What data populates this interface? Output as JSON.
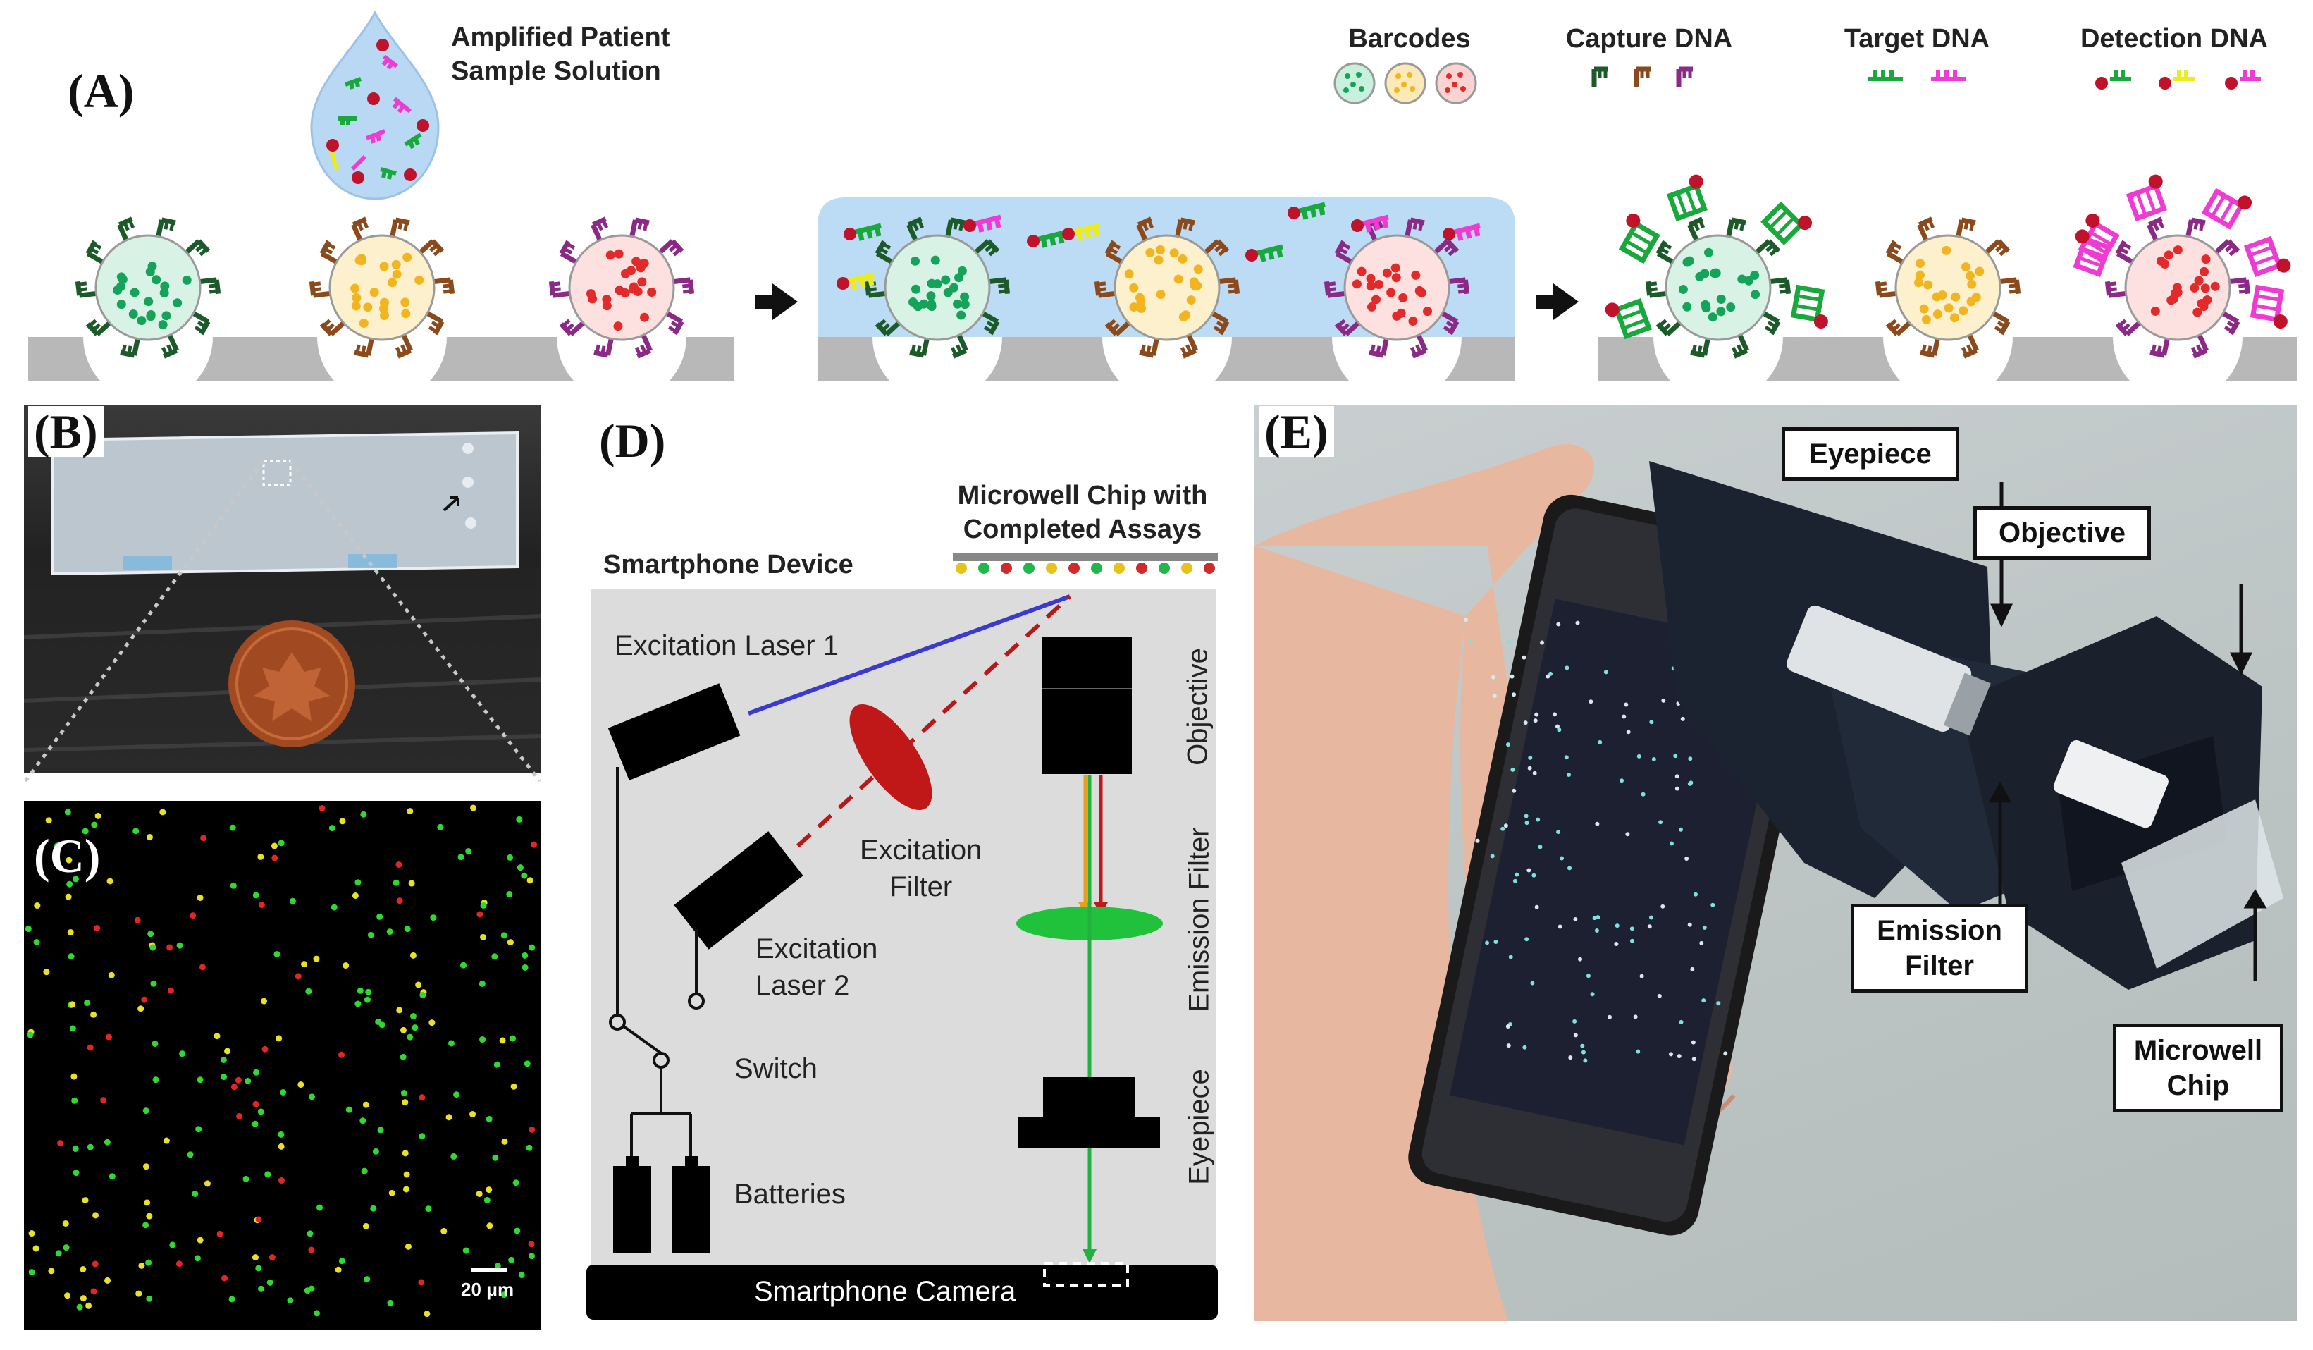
{
  "panels": {
    "a": "(A)",
    "b": "(B)",
    "c": "(C)",
    "d": "(D)",
    "e": "(E)"
  },
  "panel_a": {
    "sample_label_line1": "Amplified Patient",
    "sample_label_line2": "Sample Solution",
    "legend": {
      "barcodes": "Barcodes",
      "capture_dna": "Capture DNA",
      "target_dna": "Target DNA",
      "detection_dna": "Detection DNA"
    },
    "colors": {
      "green_bead": "#15a35a",
      "yellow_bead": "#f3b51f",
      "red_bead": "#e32a2a",
      "dark_green_capture": "#1d5a2a",
      "brown_capture": "#8a4a1c",
      "purple_capture": "#8b2a86",
      "green_target": "#18a83c",
      "pink_target": "#ee3bd3",
      "fluor": "#c0122b",
      "yellow_detection": "#ecec1a",
      "solution": "#bcdcf5",
      "substrate": "#b8b8b8"
    }
  },
  "panel_c": {
    "scale_bar": "20 μm"
  },
  "panel_d": {
    "chip_label_line1": "Microwell Chip with",
    "chip_label_line2": "Completed Assays",
    "device_label": "Smartphone Device",
    "laser1": "Excitation Laser 1",
    "filter_line1": "Excitation",
    "filter_line2": "Filter",
    "laser2_line1": "Excitation",
    "laser2_line2": "Laser 2",
    "switch": "Switch",
    "batteries": "Batteries",
    "objective": "Objective",
    "emission_filter": "Emission Filter",
    "eyepiece": "Eyepiece",
    "camera": "Smartphone Camera",
    "colors": {
      "blue_laser": "#3a3ad0",
      "red_laser": "#b81818",
      "emission_green": "#22b040",
      "filter_green": "#1fc23a",
      "filter_red": "#c01818"
    }
  },
  "panel_e": {
    "eyepiece": "Eyepiece",
    "objective": "Objective",
    "emission_line1": "Emission",
    "emission_line2": "Filter",
    "chip_line1": "Microwell",
    "chip_line2": "Chip"
  }
}
